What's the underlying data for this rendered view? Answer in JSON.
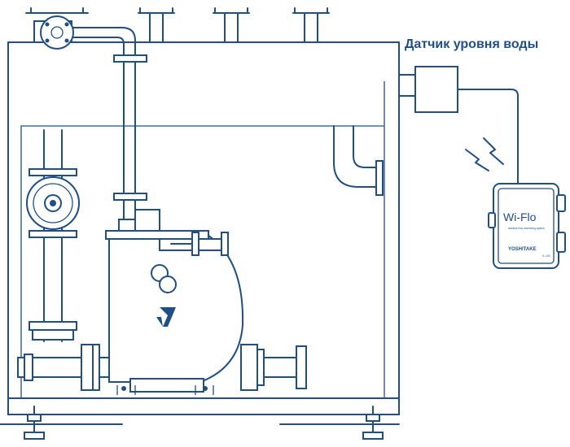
{
  "labels": {
    "water_level_sensor": "Датчик уровня воды"
  },
  "device": {
    "brand_logo": "Wi-Flo",
    "tagline": "wireless flow monitoring system",
    "maker": "YOSHITAKE",
    "model": "IL-100"
  },
  "colors": {
    "line": "#1f4f86",
    "background": "#ffffff"
  }
}
